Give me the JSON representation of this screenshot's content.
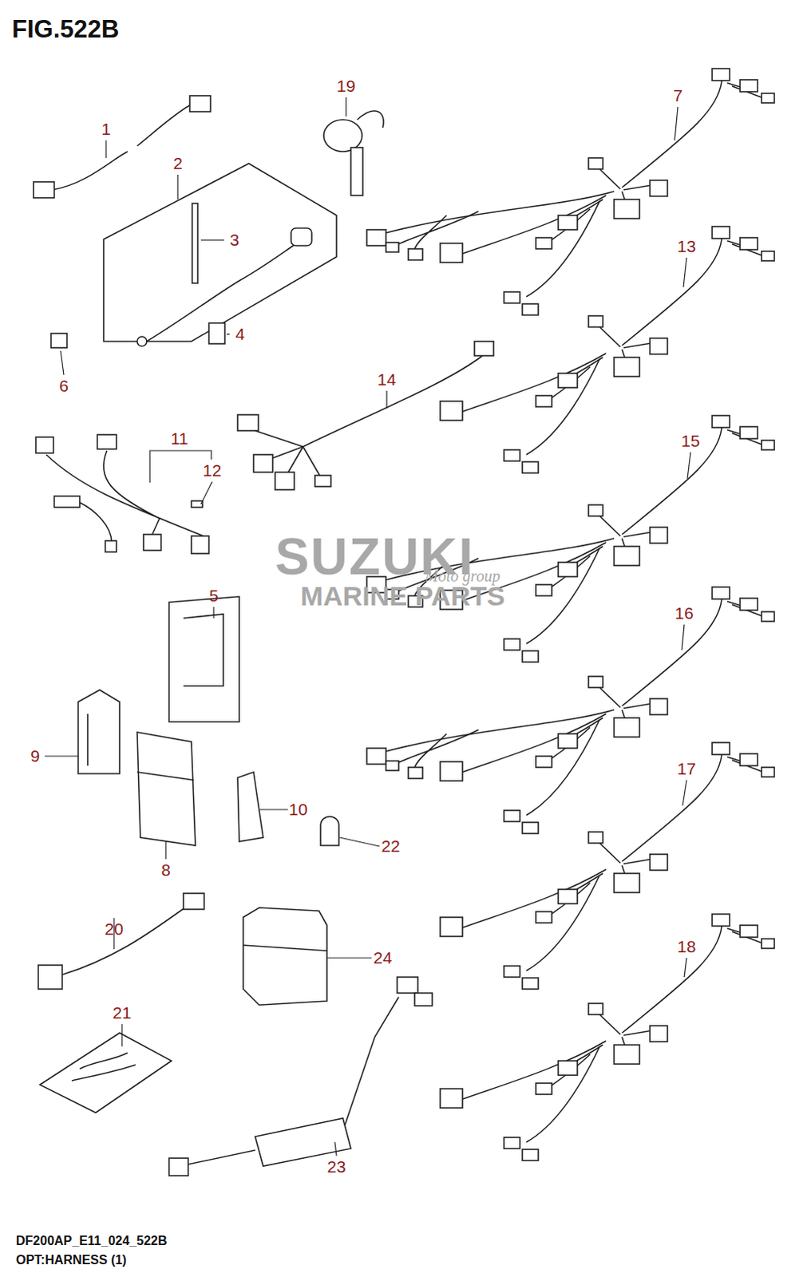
{
  "diagram": {
    "title": "FIG.522B",
    "caption": "OPT:HARNESS (1)",
    "labels": [
      "1",
      "19",
      "7",
      "2",
      "3",
      "13",
      "4",
      "6",
      "14",
      "11",
      "15",
      "12",
      "SUZUKI",
      "Moto group",
      "MARINE PARTS",
      "5",
      "16",
      "9",
      "17",
      "10",
      "22",
      "8",
      "20",
      "18",
      "24",
      "21",
      "23",
      "DF200AP_E11_024_522B"
    ]
  }
}
